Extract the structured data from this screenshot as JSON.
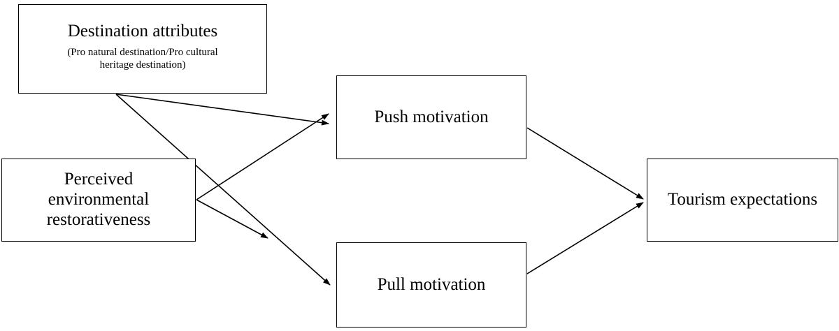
{
  "diagram": {
    "type": "conceptual-model",
    "background_color": "#ffffff",
    "line_color": "#000000",
    "nodes": [
      {
        "id": "destination-attributes",
        "title": "Destination attributes",
        "subtitle": "(Pro natural destination/Pro cultural\nheritage destination)"
      },
      {
        "id": "perceived-restorativeness",
        "title": "Perceived\nenvironmental\nrestorativeness",
        "subtitle": ""
      },
      {
        "id": "push-motivation",
        "title": "Push motivation",
        "subtitle": ""
      },
      {
        "id": "pull-motivation",
        "title": "Pull motivation",
        "subtitle": ""
      },
      {
        "id": "tourism-expectations",
        "title": "Tourism expectations",
        "subtitle": ""
      }
    ],
    "edges": [
      {
        "from": "destination-attributes",
        "to": "push-motivation"
      },
      {
        "from": "destination-attributes",
        "to": "pull-motivation"
      },
      {
        "from": "perceived-restorativeness",
        "to": "push-motivation"
      },
      {
        "from": "perceived-restorativeness",
        "to": "pull-motivation"
      },
      {
        "from": "push-motivation",
        "to": "tourism-expectations"
      },
      {
        "from": "pull-motivation",
        "to": "tourism-expectations"
      }
    ]
  }
}
